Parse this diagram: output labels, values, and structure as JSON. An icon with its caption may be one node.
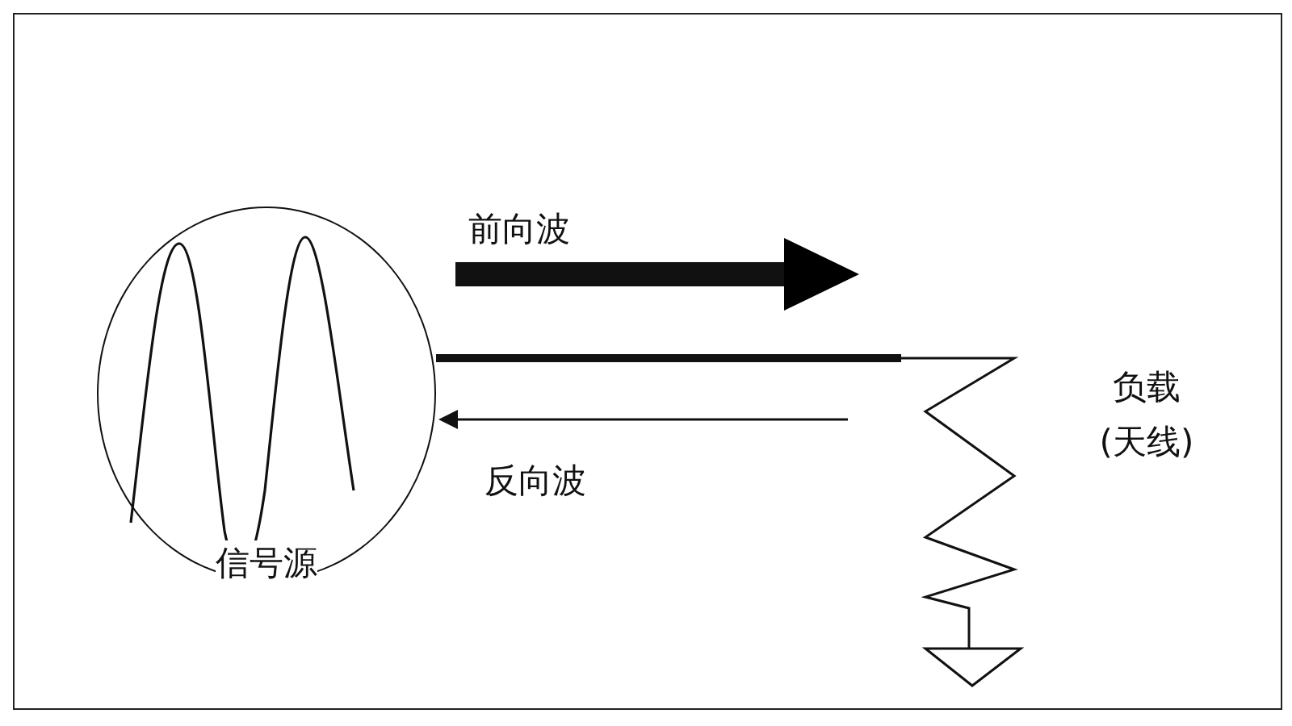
{
  "diagram": {
    "nodes": [
      {
        "text": [
          "信号源"
        ]
      },
      {
        "text": [],
        "shape": "resistor",
        "beside": [
          "负载(天线)"
        ]
      }
    ],
    "edges": [
      {
        "from": 0,
        "to": 1,
        "arrow": "none"
      },
      {
        "from": 0,
        "to": 1,
        "arrow": "to",
        "label": "前向波",
        "style": "thick"
      },
      {
        "from": 1,
        "to": 0,
        "arrow": "to",
        "label": "反向波"
      }
    ]
  }
}
